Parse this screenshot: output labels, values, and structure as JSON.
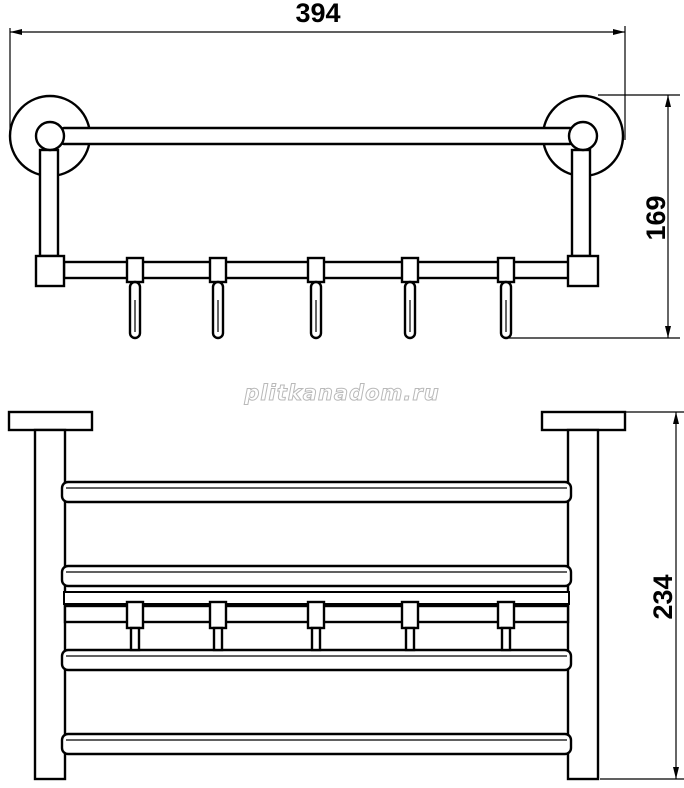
{
  "drawing": {
    "dimensions": {
      "width": "394",
      "height_top": "169",
      "height_bottom": "234"
    },
    "watermark": "plitkanadom.ru",
    "hook_count": 5,
    "bottom_rail_count": 4,
    "line_color": "#000000",
    "watermark_color": "#b9b9b9"
  }
}
